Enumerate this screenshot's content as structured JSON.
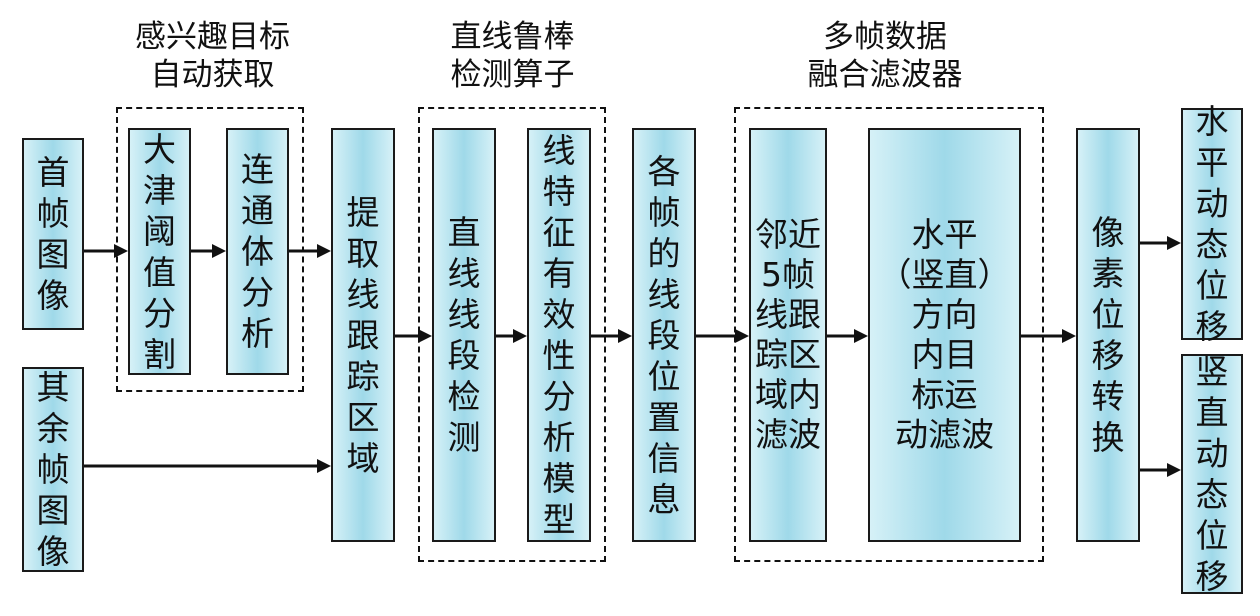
{
  "groups": {
    "otsu": {
      "title": "感兴趣目标\n自动获取"
    },
    "lsd": {
      "title": "直线鲁棒\n检测算子"
    },
    "filter": {
      "title": "多帧数据\n融合滤波器"
    }
  },
  "nodes": {
    "first_frame": "首帧图像",
    "other_frames": "其余帧图像",
    "otsu_threshold": "大津阈值分割",
    "connected_component": "连通体分析",
    "extract_region": "提取线跟踪区域",
    "line_detection": "直线线段检测",
    "line_feature": "线特征有效性分析模型",
    "segment_position": "各帧的线段位置信息",
    "neighbor_filter": "邻近\n5帧\n线跟\n踪区\n域内\n滤波",
    "motion_filter": "水平\n（竖直）\n方向\n内目\n标运\n动滤波",
    "pixel_convert": "像素位移转换",
    "horizontal_disp": "水平动态位移",
    "vertical_disp": "竖直动态位移"
  }
}
